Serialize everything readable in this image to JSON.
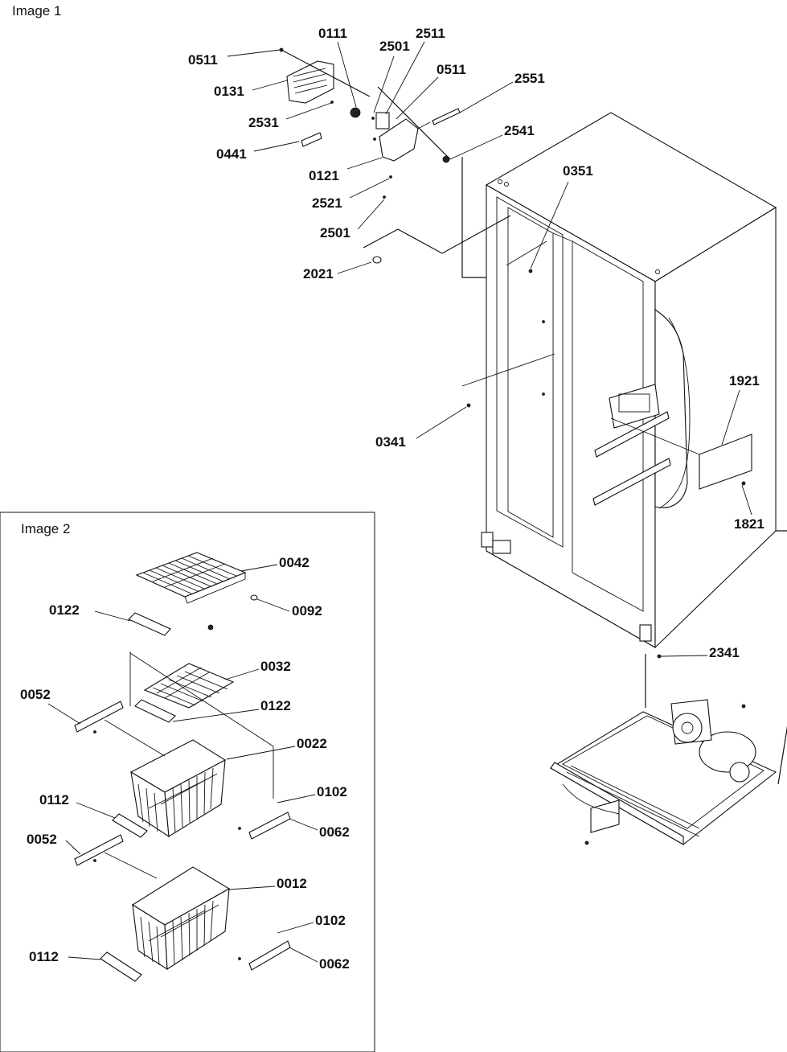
{
  "image1_title": "Image 1",
  "image2_title": "Image 2",
  "image1_labels": [
    "0511",
    "0131",
    "2531",
    "0441",
    "0111",
    "2501",
    "2511",
    "0511",
    "2551",
    "2541",
    "0121",
    "2521",
    "2501",
    "2021",
    "0351",
    "0341",
    "1921",
    "1821",
    "2341"
  ],
  "image2_labels": [
    "0042",
    "0122",
    "0092",
    "0032",
    "0122",
    "0052",
    "0022",
    "0112",
    "0102",
    "0062",
    "0052",
    "0012",
    "0102",
    "0112",
    "0062"
  ]
}
